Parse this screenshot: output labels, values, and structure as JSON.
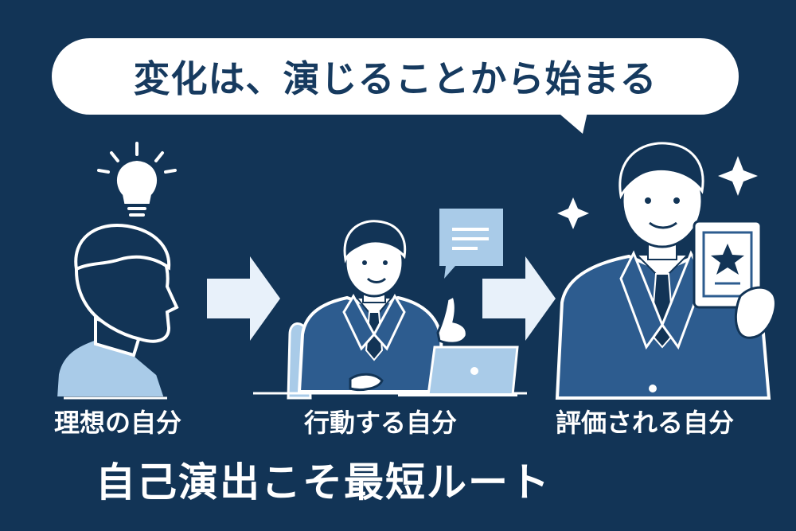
{
  "headline": "変化は、演じることから始まる",
  "stages": [
    {
      "label": "理想の自分"
    },
    {
      "label": "行動する自分"
    },
    {
      "label": "評価される自分"
    }
  ],
  "footer": "自己演出こそ最短ルート",
  "colors": {
    "background": "#123456",
    "bubble": "#ffffff",
    "headline_text": "#163a5f",
    "figure_light": "#a9cbe8",
    "suit": "#2d5c8f",
    "arrow": "#e8f1fa"
  },
  "icons": [
    "lightbulb-icon",
    "arrow-right-icon",
    "chat-bubble-icon",
    "laptop-icon",
    "sparkle-icon",
    "star-certificate-icon"
  ]
}
